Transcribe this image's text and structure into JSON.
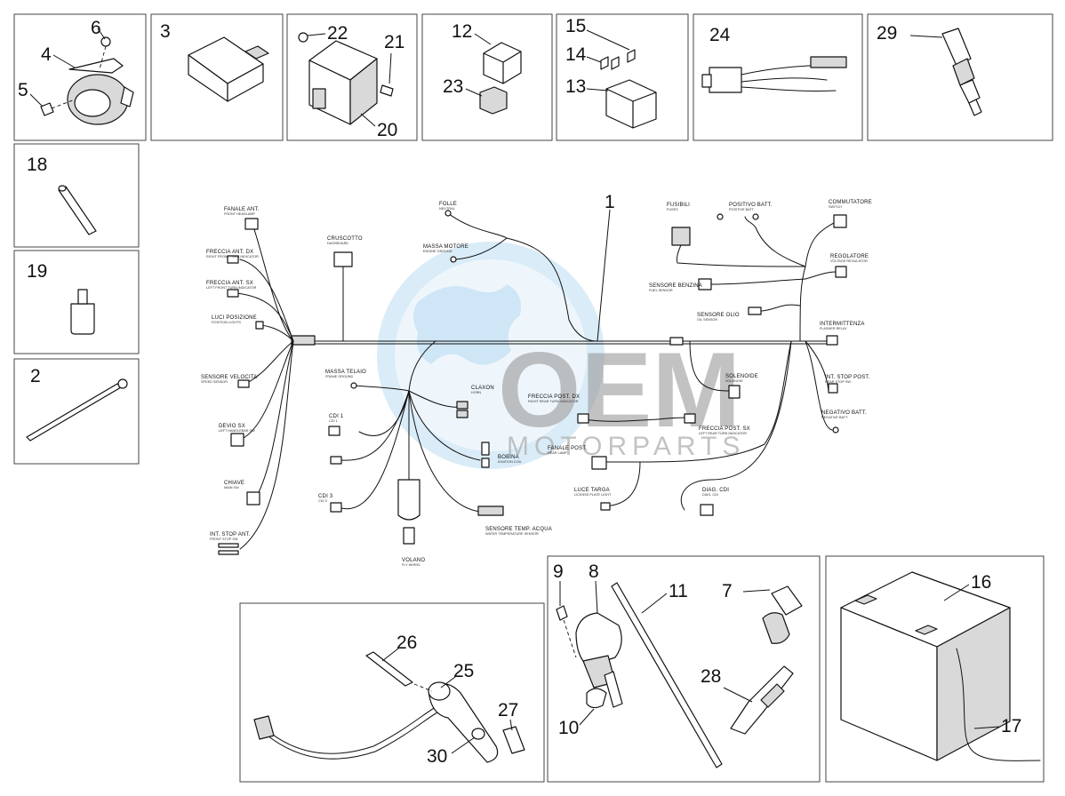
{
  "parts": [
    {
      "num": "6"
    },
    {
      "num": "4"
    },
    {
      "num": "5"
    },
    {
      "num": "3"
    },
    {
      "num": "22"
    },
    {
      "num": "21"
    },
    {
      "num": "20"
    },
    {
      "num": "12"
    },
    {
      "num": "23"
    },
    {
      "num": "15"
    },
    {
      "num": "14"
    },
    {
      "num": "13"
    },
    {
      "num": "24"
    },
    {
      "num": "29"
    },
    {
      "num": "18"
    },
    {
      "num": "19"
    },
    {
      "num": "2"
    },
    {
      "num": "1"
    },
    {
      "num": "9"
    },
    {
      "num": "8"
    },
    {
      "num": "11"
    },
    {
      "num": "7"
    },
    {
      "num": "28"
    },
    {
      "num": "10"
    },
    {
      "num": "16"
    },
    {
      "num": "17"
    },
    {
      "num": "26"
    },
    {
      "num": "25"
    },
    {
      "num": "27"
    },
    {
      "num": "30"
    }
  ],
  "wiring_labels": {
    "fanale_ant": "FANALE ANT.",
    "fanale_ant_sub": "FRONT HEADLAMP",
    "freccia_ant_dx": "FRECCIA ANT. DX",
    "freccia_ant_dx_sub": "RIGHT FRONT TURN INDICATOR",
    "freccia_ant_sx": "FRECCIA ANT. SX",
    "freccia_ant_sx_sub": "LEFT FRONT TURN INDICATOR",
    "luci_posizione": "LUCI POSIZIONE",
    "luci_posizione_sub": "POSITION LIGHTS",
    "sensore_velocita": "SENSORE VELOCITA'",
    "sensore_velocita_sub": "SPEED SENSOR",
    "devio_sx": "DEVIO SX",
    "devio_sx_sub": "LEFT HANDLEBAR SW",
    "chiave": "CHIAVE",
    "chiave_sub": "MAIN SW",
    "int_stop_ant": "INT. STOP ANT.",
    "int_stop_ant_sub": "FRONT STOP SW",
    "cruscotto": "CRUSCOTTO",
    "cruscotto_sub": "DASHBOARD",
    "folle": "FOLLE",
    "folle_sub": "NEUTRAL",
    "massa_motore": "MASSA MOTORE",
    "massa_motore_sub": "ENGINE GROUND",
    "massa_telaio": "MASSA TELAIO",
    "massa_telaio_sub": "FRAME GROUND",
    "cdi_1": "CDI 1",
    "cdi_1_sub": "CDI 1",
    "cdi_3": "CDI 3",
    "cdi_3_sub": "CDI 3",
    "claxon": "CLAXON",
    "claxon_sub": "HORN",
    "bobina": "BOBINA",
    "bobina_sub": "IGNITION COIL",
    "sensore_temp_acqua": "SENSORE TEMP. ACQUA",
    "sensore_temp_acqua_sub": "WATER TEMPERATURE SENSOR",
    "volano": "VOLANO",
    "volano_sub": "FLY WHEEL",
    "freccia_post_dx": "FRECCIA POST. DX",
    "freccia_post_dx_sub": "RIGHT REAR TURN INDICATOR",
    "freccia_post_sx": "FRECCIA POST. SX",
    "freccia_post_sx_sub": "LEFT REAR TURN INDICATOR",
    "fanale_post": "FANALE POST.",
    "fanale_post_sub": "REAR LAMP",
    "luce_targa": "LUCE TARGA",
    "luce_targa_sub": "LICENSE PLATE LIGHT",
    "diag_cdi": "DIAG. CDI",
    "diag_cdi_sub": "DIAG. CDI",
    "fusibili": "FUSIBILI",
    "fusibili_sub": "FUSES",
    "positivo_batt": "POSITIVO BATT.",
    "positivo_batt_sub": "POSITIVE BATT.",
    "commutatore": "COMMUTATORE",
    "commutatore_sub": "SWITCH",
    "regolatore": "REGOLATORE",
    "regolatore_sub": "VOLTAGE REGULATOR",
    "sensore_benzina": "SENSORE BENZINA",
    "sensore_benzina_sub": "FUEL SENSOR",
    "sensore_olio": "SENSORE OLIO",
    "sensore_olio_sub": "OIL SENSOR",
    "intermittenza": "INTERMITTENZA",
    "intermittenza_sub": "FLASHER RELAY",
    "solenoide": "SOLENOIDE",
    "solenoide_sub": "SOLENOID",
    "int_stop_post": "INT. STOP POST.",
    "int_stop_post_sub": "REAR STOP SW",
    "negativo_batt": "NEGATIVO BATT.",
    "negativo_batt_sub": "NEGATIVE BATT."
  },
  "watermark": {
    "brand": "OEM",
    "sub": "MOTORPARTS",
    "color": "#b9dcf2"
  }
}
